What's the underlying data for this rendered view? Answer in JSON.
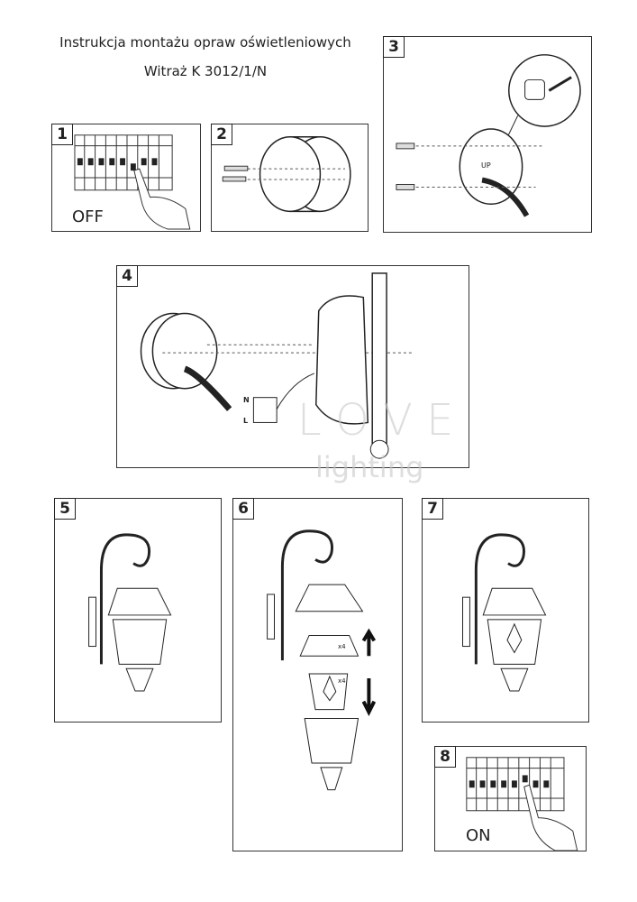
{
  "title": {
    "line1": "Instrukcja montażu opraw oświetleniowych",
    "line2": "Witraż K 3012/1/N"
  },
  "steps": [
    {
      "number": "1",
      "label": "OFF"
    },
    {
      "number": "2"
    },
    {
      "number": "3",
      "up_label": "UP"
    },
    {
      "number": "4",
      "terminal_labels": [
        "N",
        "L"
      ]
    },
    {
      "number": "5"
    },
    {
      "number": "6",
      "qty_labels": [
        "x4",
        "x4"
      ]
    },
    {
      "number": "7"
    },
    {
      "number": "8",
      "label": "ON"
    }
  ],
  "watermark": {
    "line1": "LOVE",
    "line2": "lighting"
  }
}
